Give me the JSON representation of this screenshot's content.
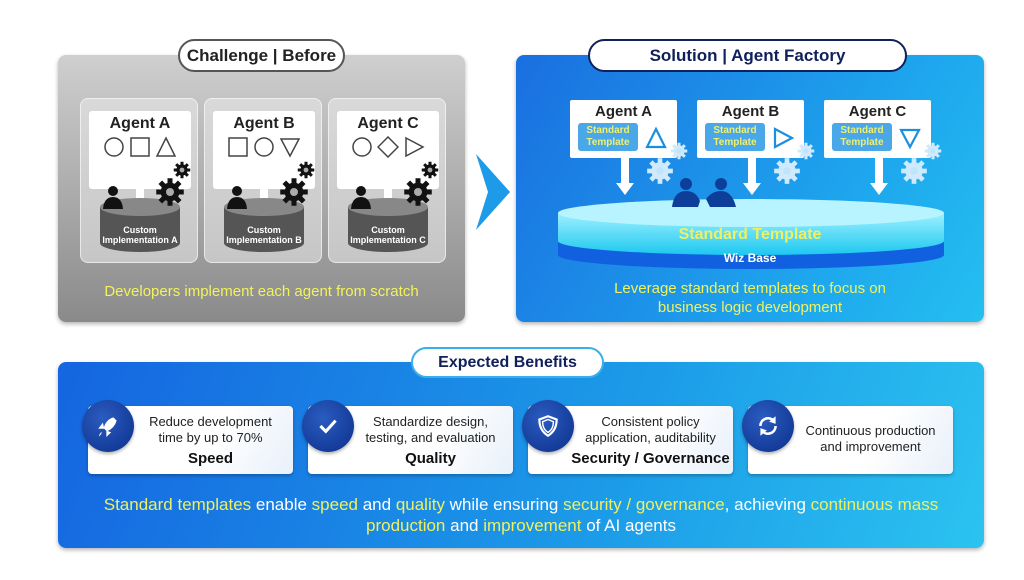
{
  "challenge": {
    "title": "Challenge | Before",
    "agents": [
      {
        "name": "Agent A",
        "impl": "Custom Implementation A"
      },
      {
        "name": "Agent B",
        "impl": "Custom Implementation B"
      },
      {
        "name": "Agent C",
        "impl": "Custom Implementation C"
      }
    ],
    "caption": "Developers implement each agent from scratch"
  },
  "solution": {
    "title": "Solution | Agent Factory",
    "agents": [
      {
        "name": "Agent A",
        "chip": "Standard Template"
      },
      {
        "name": "Agent B",
        "chip": "Standard Template"
      },
      {
        "name": "Agent C",
        "chip": "Standard Template"
      }
    ],
    "platform_top": "Standard Template",
    "platform_base": "Wiz Base",
    "caption_line1": "Leverage standard templates to focus on",
    "caption_line2": "business logic development"
  },
  "benefits": {
    "title": "Expected Benefits",
    "cards": [
      {
        "icon": "rocket-icon",
        "desc1": "Reduce development",
        "desc2": "time by up to 70%",
        "heading": "Speed"
      },
      {
        "icon": "checkmark-icon",
        "desc1": "Standardize design,",
        "desc2": "testing, and evaluation",
        "heading": "Quality"
      },
      {
        "icon": "shield-icon",
        "desc1": "Consistent policy",
        "desc2": "application, auditability",
        "heading": "Security / Governance"
      },
      {
        "icon": "refresh-cycle-icon",
        "desc1": "Continuous production",
        "desc2": "and improvement",
        "heading": ""
      }
    ],
    "summary": [
      {
        "t": "Standard templates",
        "hl": true
      },
      {
        "t": " enable ",
        "hl": false
      },
      {
        "t": "speed",
        "hl": true
      },
      {
        "t": " and ",
        "hl": false
      },
      {
        "t": "quality",
        "hl": true
      },
      {
        "t": " while ensuring ",
        "hl": false
      },
      {
        "t": "security / governance",
        "hl": true
      },
      {
        "t": ", achieving ",
        "hl": false
      },
      {
        "t": "continuous mass production",
        "hl": true
      },
      {
        "t": " and ",
        "hl": false
      },
      {
        "t": "improvement",
        "hl": true
      },
      {
        "t": " of AI agents",
        "hl": false
      }
    ]
  },
  "colors": {
    "highlight": "#f0f060",
    "navy": "#0c2f8a"
  }
}
